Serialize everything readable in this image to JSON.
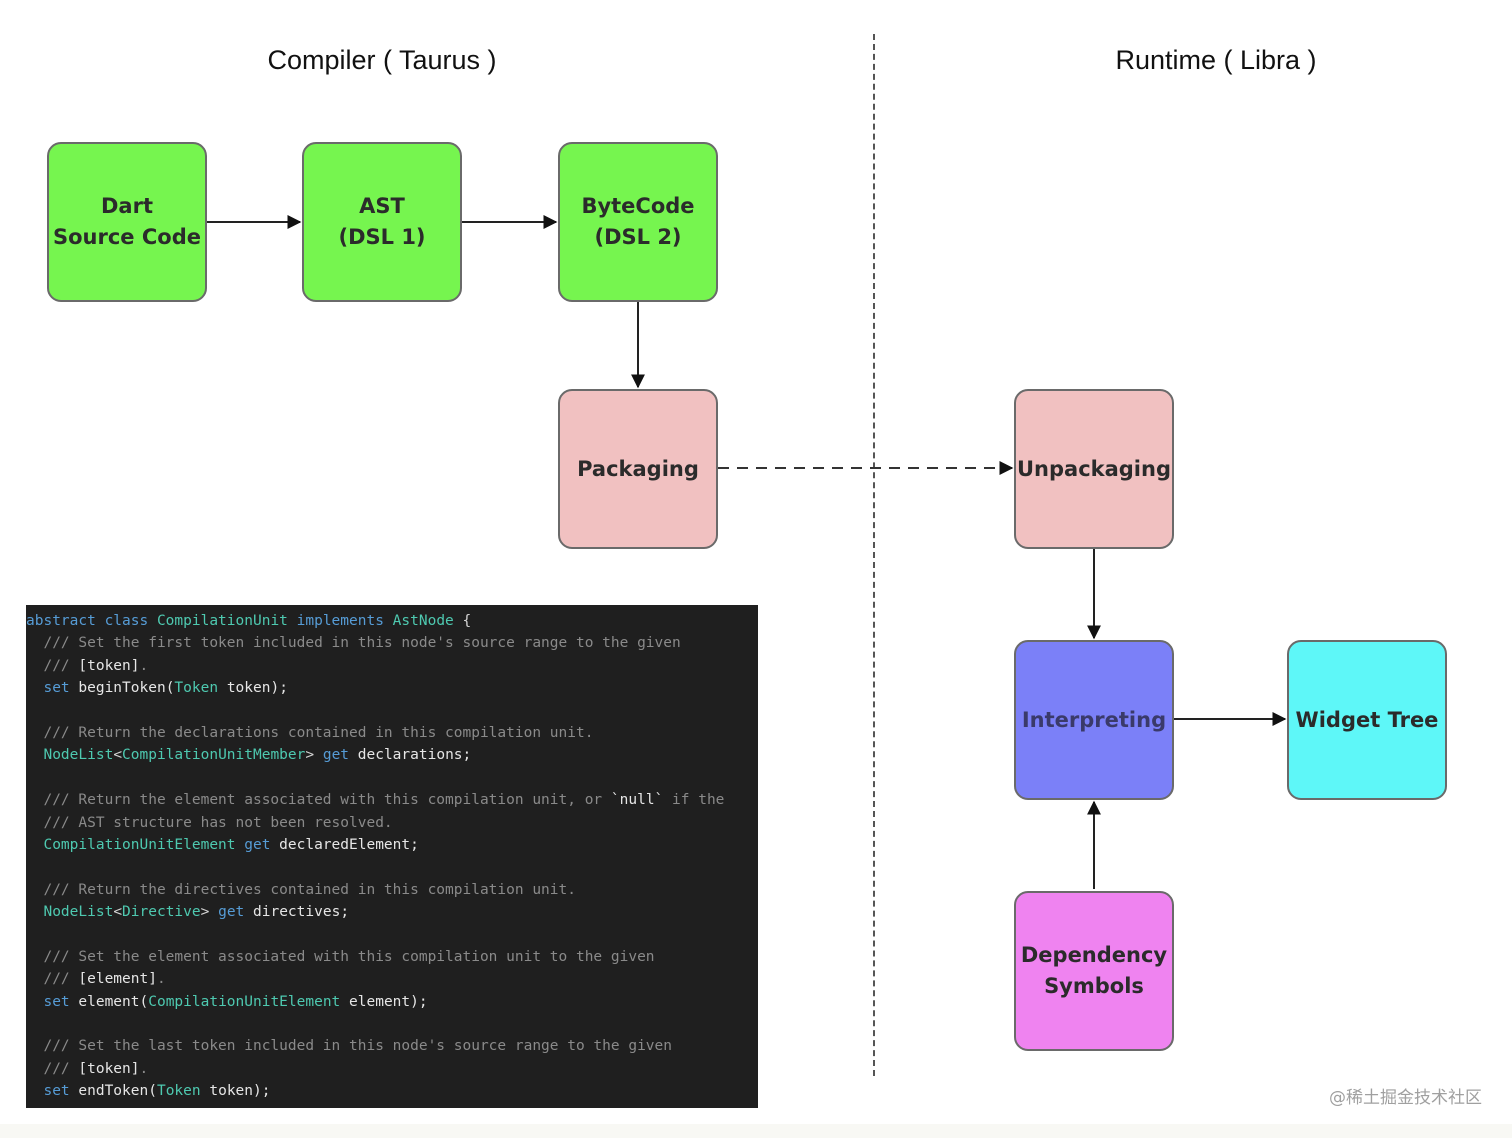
{
  "sections": {
    "compiler_title": "Compiler ( Taurus )",
    "runtime_title": "Runtime ( Libra )"
  },
  "nodes": {
    "dart": "Dart\nSource Code",
    "ast": "AST\n(DSL 1)",
    "bytecode": "ByteCode\n(DSL 2)",
    "packaging": "Packaging",
    "unpackaging": "Unpackaging",
    "interpreting": "Interpreting",
    "widget_tree": "Widget Tree",
    "dependency": "Dependency\nSymbols"
  },
  "colors": {
    "compile_step": "#76f54f",
    "packaging_step": "#f1c1c1",
    "interpreting": "#7b80f8",
    "widget_tree": "#5ef7f8",
    "dependency": "#ef83f0",
    "code_background": "#1f1f1f"
  },
  "code": {
    "lines": [
      [
        [
          "kw",
          "abstract class "
        ],
        [
          "type",
          "CompilationUnit "
        ],
        [
          "kw",
          "implements "
        ],
        [
          "type",
          "AstNode "
        ],
        [
          "pun",
          "{"
        ]
      ],
      [
        [
          "cm",
          "  /// Set the first token included in this node's source range to the given"
        ]
      ],
      [
        [
          "cm",
          "  /// "
        ],
        [
          "id",
          "[token]"
        ],
        [
          "cm",
          "."
        ]
      ],
      [
        [
          "kw",
          "  set "
        ],
        [
          "id",
          "beginToken("
        ],
        [
          "type",
          "Token "
        ],
        [
          "id",
          "token);"
        ]
      ],
      [],
      [
        [
          "cm",
          "  /// Return the declarations contained in this compilation unit."
        ]
      ],
      [
        [
          "type",
          "  NodeList"
        ],
        [
          "pun",
          "<"
        ],
        [
          "type",
          "CompilationUnitMember"
        ],
        [
          "pun",
          "> "
        ],
        [
          "kw",
          "get "
        ],
        [
          "id",
          "declarations;"
        ]
      ],
      [],
      [
        [
          "cm",
          "  /// Return the element associated with this compilation unit, or "
        ],
        [
          "id",
          "`null`"
        ],
        [
          "cm",
          " if the"
        ]
      ],
      [
        [
          "cm",
          "  /// AST structure has not been resolved."
        ]
      ],
      [
        [
          "type",
          "  CompilationUnitElement "
        ],
        [
          "kw",
          "get "
        ],
        [
          "id",
          "declaredElement;"
        ]
      ],
      [],
      [
        [
          "cm",
          "  /// Return the directives contained in this compilation unit."
        ]
      ],
      [
        [
          "type",
          "  NodeList"
        ],
        [
          "pun",
          "<"
        ],
        [
          "type",
          "Directive"
        ],
        [
          "pun",
          "> "
        ],
        [
          "kw",
          "get "
        ],
        [
          "id",
          "directives;"
        ]
      ],
      [],
      [
        [
          "cm",
          "  /// Set the element associated with this compilation unit to the given"
        ]
      ],
      [
        [
          "cm",
          "  /// "
        ],
        [
          "id",
          "[element]"
        ],
        [
          "cm",
          "."
        ]
      ],
      [
        [
          "kw",
          "  set "
        ],
        [
          "id",
          "element("
        ],
        [
          "type",
          "CompilationUnitElement "
        ],
        [
          "id",
          "element);"
        ]
      ],
      [],
      [
        [
          "cm",
          "  /// Set the last token included in this node's source range to the given"
        ]
      ],
      [
        [
          "cm",
          "  /// "
        ],
        [
          "id",
          "[token]"
        ],
        [
          "cm",
          "."
        ]
      ],
      [
        [
          "kw",
          "  set "
        ],
        [
          "id",
          "endToken("
        ],
        [
          "type",
          "Token "
        ],
        [
          "id",
          "token);"
        ]
      ]
    ]
  },
  "watermark": "@稀土掘金技术社区"
}
